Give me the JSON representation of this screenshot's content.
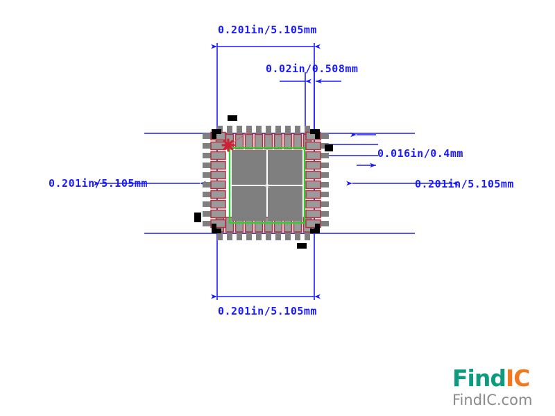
{
  "drawing": {
    "type": "pcb-land-pattern",
    "package": "QFN 40-pin with central thermal pad",
    "dimensions": {
      "top_overall": "0.201in/5.105mm",
      "top_pitch": "0.02in/0.508mm",
      "left_overall": "0.201in/5.105mm",
      "right_overall": "0.201in/5.105mm",
      "right_pad_width": "0.016in/0.4mm",
      "bottom_overall": "0.201in/5.105mm"
    },
    "colors": {
      "dimension_blue": "#1a1aff",
      "pad_copper": "#7f7f7f",
      "pad_outline_red": "#b03040",
      "thermal_outline_green": "#33cc33",
      "marker_black": "#000000",
      "pin1_marker_red": "#cc2233"
    },
    "pads_per_side": 10,
    "pin1_marker": "asterisk-star",
    "thermal_pad_quadrants": 4
  },
  "watermark": {
    "brand_find": "Find",
    "brand_ic": "IC",
    "domain": "FindIC.com",
    "find_color": "#0d9b80",
    "ic_color": "#f07820",
    "domain_color": "#8a8a8a"
  }
}
